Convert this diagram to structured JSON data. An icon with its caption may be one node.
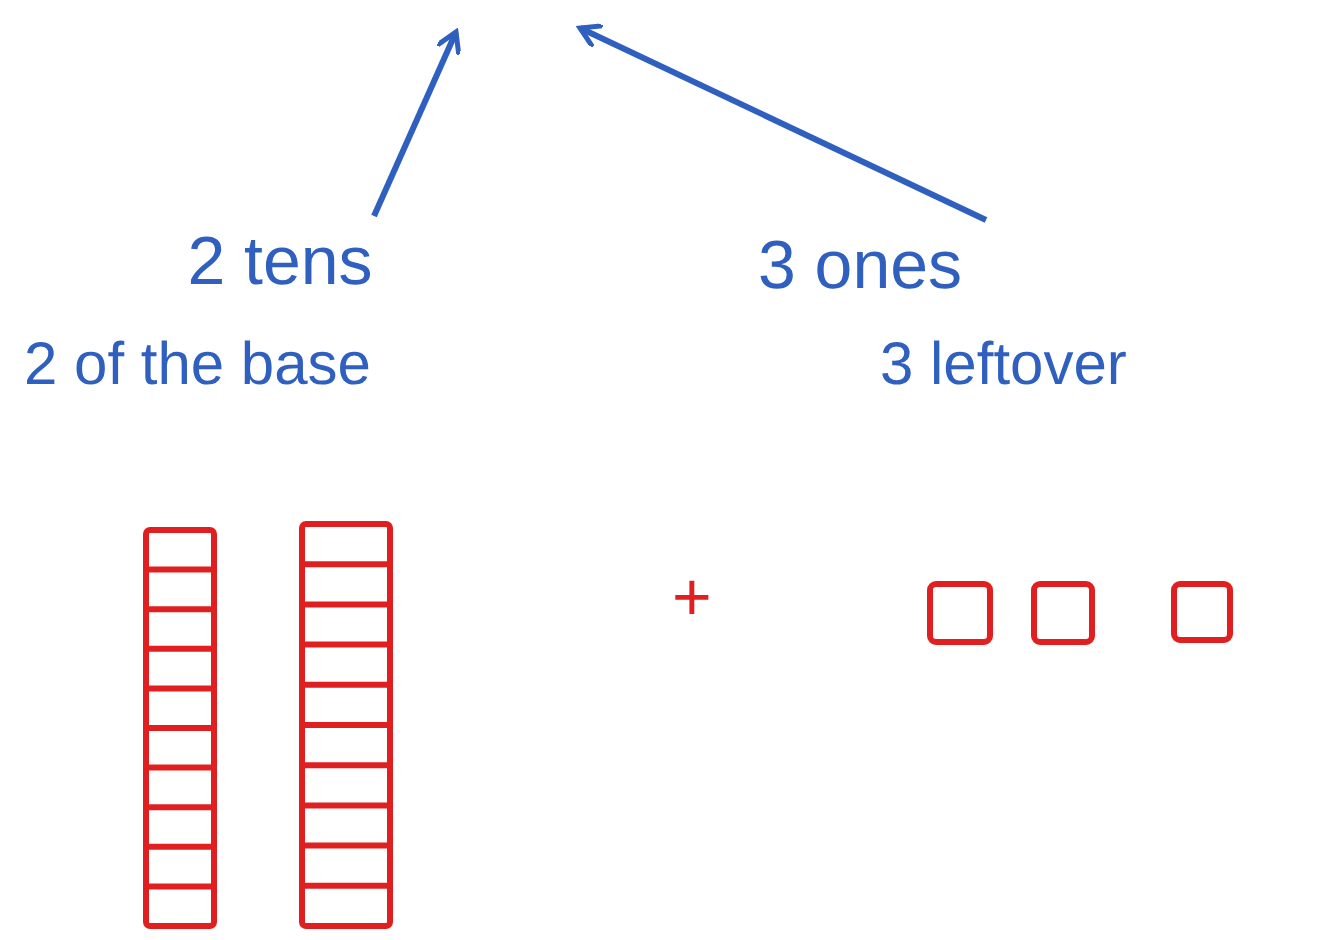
{
  "diagram": {
    "nodes": [
      {
        "text": [
          "2 tens"
        ]
      },
      {
        "text": [
          "3 ones"
        ]
      }
    ],
    "edges": [
      {
        "from": 0,
        "to": null,
        "arrow": "to"
      },
      {
        "from": 1,
        "to": null,
        "arrow": "to"
      }
    ],
    "labels": [
      "2 of the base",
      "3 leftover",
      "+"
    ]
  }
}
